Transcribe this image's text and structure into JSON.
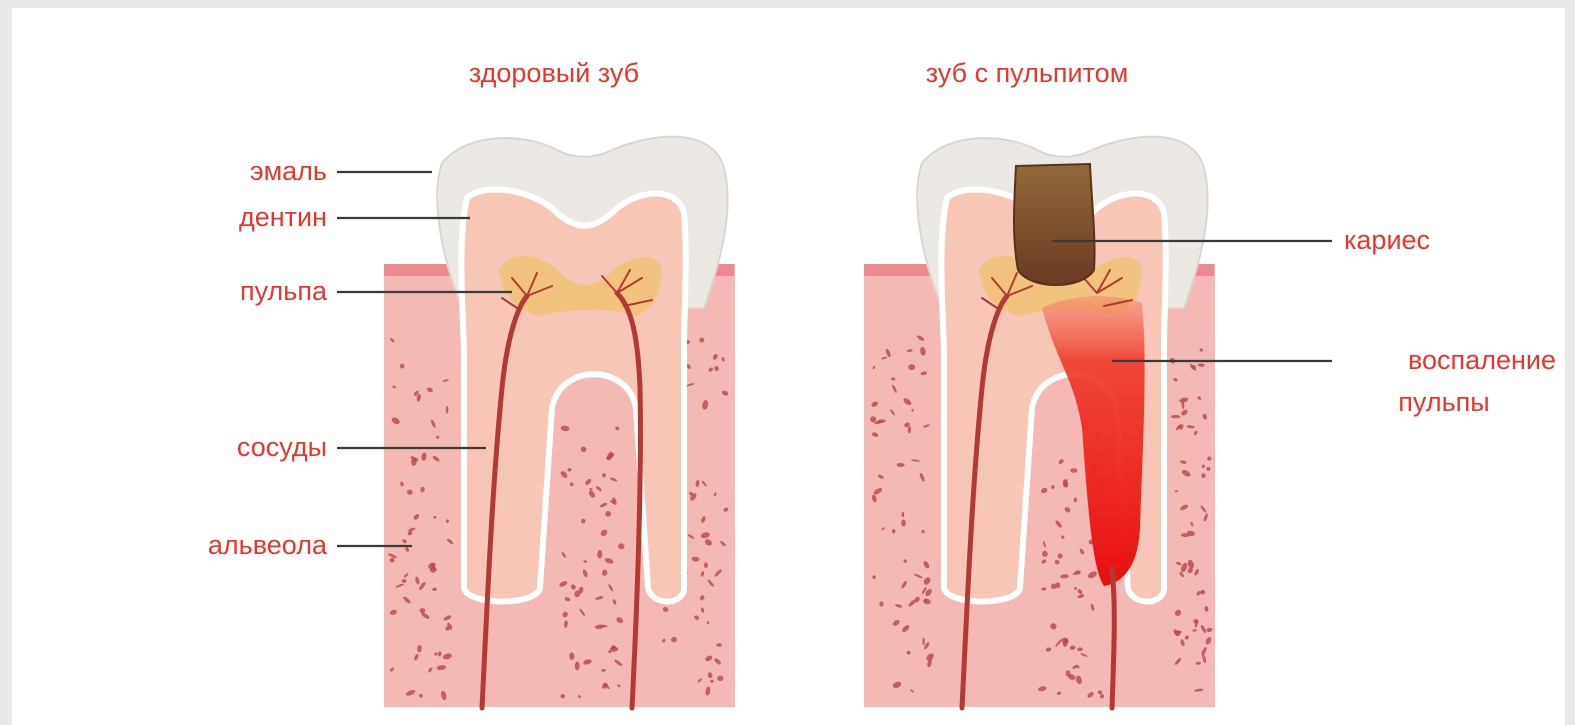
{
  "titles": {
    "healthy": "здоровый зуб",
    "pulpitis": "зуб с пульпитом"
  },
  "labels": {
    "enamel": "эмаль",
    "dentin": "дентин",
    "pulp": "пульпа",
    "vessels": "сосуды",
    "alveolus": "альвеола",
    "caries": "кариес",
    "inflammation_line1": "воспаление",
    "inflammation_line2": "пульпы"
  },
  "colors": {
    "label_text": "#e8362a",
    "gum": "#f4b8b5",
    "gum_edge": "#ec8a8f",
    "bone_speck": "#b8474c",
    "enamel": "#ece8e4",
    "dentin": "#f8c6b7",
    "pulp": "#f2c27e",
    "vessel": "#b23a33",
    "caries": "#7a4526",
    "inflammation": "#ef1c1c"
  }
}
